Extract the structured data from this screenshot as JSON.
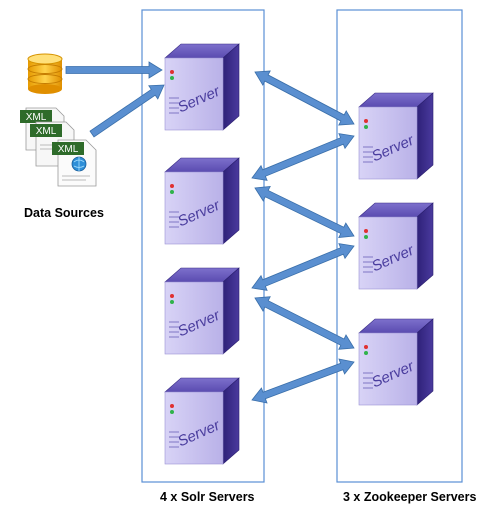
{
  "data_sources": {
    "label": "Data Sources",
    "doc_tag": "XML",
    "icons": [
      "database-icon",
      "xml-document-icon",
      "xml-document-icon",
      "xml-document-icon"
    ]
  },
  "solr": {
    "caption": "4 x Solr Servers",
    "servers": [
      {
        "label": "Server"
      },
      {
        "label": "Server"
      },
      {
        "label": "Server"
      },
      {
        "label": "Server"
      }
    ]
  },
  "zookeeper": {
    "caption": "3 x Zookeeper Servers",
    "servers": [
      {
        "label": "Server"
      },
      {
        "label": "Server"
      },
      {
        "label": "Server"
      }
    ]
  },
  "colors": {
    "box_border": "#5b8fd4",
    "arrow_fill": "#5a8fd0",
    "arrow_stroke": "#3a6faa",
    "server_front": "#c9c3ef",
    "server_side": "#3d2e8c",
    "server_top": "#6e5fbf",
    "server_text": "#4a3d9e",
    "db_gold": "#f2a90c",
    "xml_tag": "#2e6b2a"
  }
}
